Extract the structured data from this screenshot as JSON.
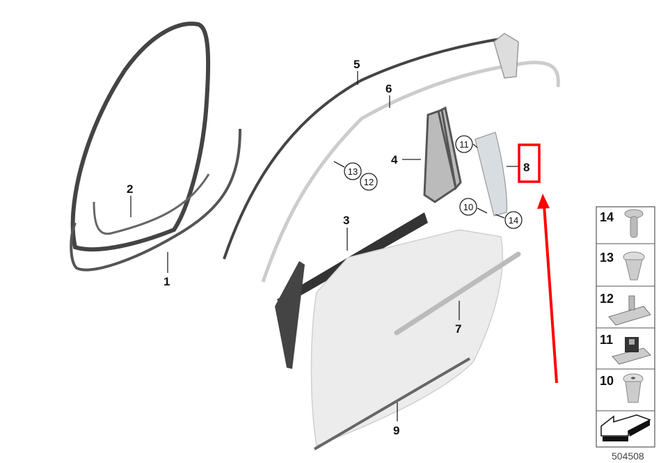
{
  "diagram": {
    "part_labels": {
      "p1": "1",
      "p2": "2",
      "p3": "3",
      "p4": "4",
      "p5": "5",
      "p6": "6",
      "p7": "7",
      "p8": "8",
      "p9": "9"
    },
    "circled_labels": {
      "c10": "10",
      "c11": "11",
      "c12": "12",
      "c13": "13",
      "c14": "14"
    },
    "highlight": {
      "target_label": "8",
      "color": "#ff0000"
    },
    "fasteners_panel": [
      "14",
      "13",
      "12",
      "11",
      "10"
    ],
    "image_id": "504508"
  }
}
